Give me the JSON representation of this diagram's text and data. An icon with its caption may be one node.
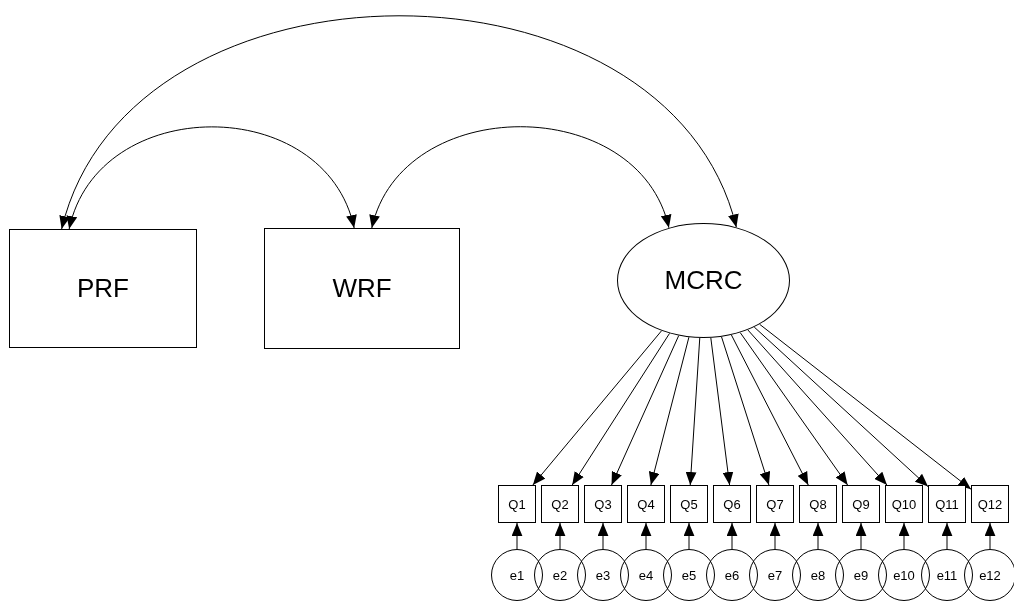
{
  "diagram": {
    "nodes": [
      {
        "text": [
          "PRF"
        ]
      },
      {
        "text": [
          "WRF"
        ]
      },
      {
        "text": [
          "MCRC"
        ]
      },
      {
        "text": [
          "Q1"
        ]
      },
      {
        "text": [
          "Q2"
        ]
      },
      {
        "text": [
          "Q3"
        ]
      },
      {
        "text": [
          "Q4"
        ]
      },
      {
        "text": [
          "Q5"
        ]
      },
      {
        "text": [
          "Q6"
        ]
      },
      {
        "text": [
          "Q7"
        ]
      },
      {
        "text": [
          "Q8"
        ]
      },
      {
        "text": [
          "Q9"
        ]
      },
      {
        "text": [
          "Q10"
        ]
      },
      {
        "text": [
          "Q11"
        ]
      },
      {
        "text": [
          "Q12"
        ]
      },
      {
        "text": [
          "e1"
        ]
      },
      {
        "text": [
          "e2"
        ]
      },
      {
        "text": [
          "e3"
        ]
      },
      {
        "text": [
          "e4"
        ]
      },
      {
        "text": [
          "e5"
        ]
      },
      {
        "text": [
          "e6"
        ]
      },
      {
        "text": [
          "e7"
        ]
      },
      {
        "text": [
          "e8"
        ]
      },
      {
        "text": [
          "e9"
        ]
      },
      {
        "text": [
          "e10"
        ]
      },
      {
        "text": [
          "e11"
        ]
      },
      {
        "text": [
          "e12"
        ]
      }
    ],
    "edges": [
      {
        "from": 0,
        "to": 2,
        "arrow": "both"
      },
      {
        "from": 0,
        "to": 1,
        "arrow": "both"
      },
      {
        "from": 1,
        "to": 2,
        "arrow": "both"
      },
      {
        "from": 2,
        "to": 3,
        "arrow": "to"
      },
      {
        "from": 2,
        "to": 4,
        "arrow": "to"
      },
      {
        "from": 2,
        "to": 5,
        "arrow": "to"
      },
      {
        "from": 2,
        "to": 6,
        "arrow": "to"
      },
      {
        "from": 2,
        "to": 7,
        "arrow": "to"
      },
      {
        "from": 2,
        "to": 8,
        "arrow": "to"
      },
      {
        "from": 2,
        "to": 9,
        "arrow": "to"
      },
      {
        "from": 2,
        "to": 10,
        "arrow": "to"
      },
      {
        "from": 2,
        "to": 11,
        "arrow": "to"
      },
      {
        "from": 2,
        "to": 12,
        "arrow": "to"
      },
      {
        "from": 2,
        "to": 13,
        "arrow": "to"
      },
      {
        "from": 2,
        "to": 14,
        "arrow": "to"
      },
      {
        "from": 15,
        "to": 3,
        "arrow": "to"
      },
      {
        "from": 16,
        "to": 4,
        "arrow": "to"
      },
      {
        "from": 17,
        "to": 5,
        "arrow": "to"
      },
      {
        "from": 18,
        "to": 6,
        "arrow": "to"
      },
      {
        "from": 19,
        "to": 7,
        "arrow": "to"
      },
      {
        "from": 20,
        "to": 8,
        "arrow": "to"
      },
      {
        "from": 21,
        "to": 9,
        "arrow": "to"
      },
      {
        "from": 22,
        "to": 10,
        "arrow": "to"
      },
      {
        "from": 23,
        "to": 11,
        "arrow": "to"
      },
      {
        "from": 24,
        "to": 12,
        "arrow": "to"
      },
      {
        "from": 25,
        "to": 13,
        "arrow": "to"
      },
      {
        "from": 26,
        "to": 14,
        "arrow": "to"
      }
    ]
  }
}
